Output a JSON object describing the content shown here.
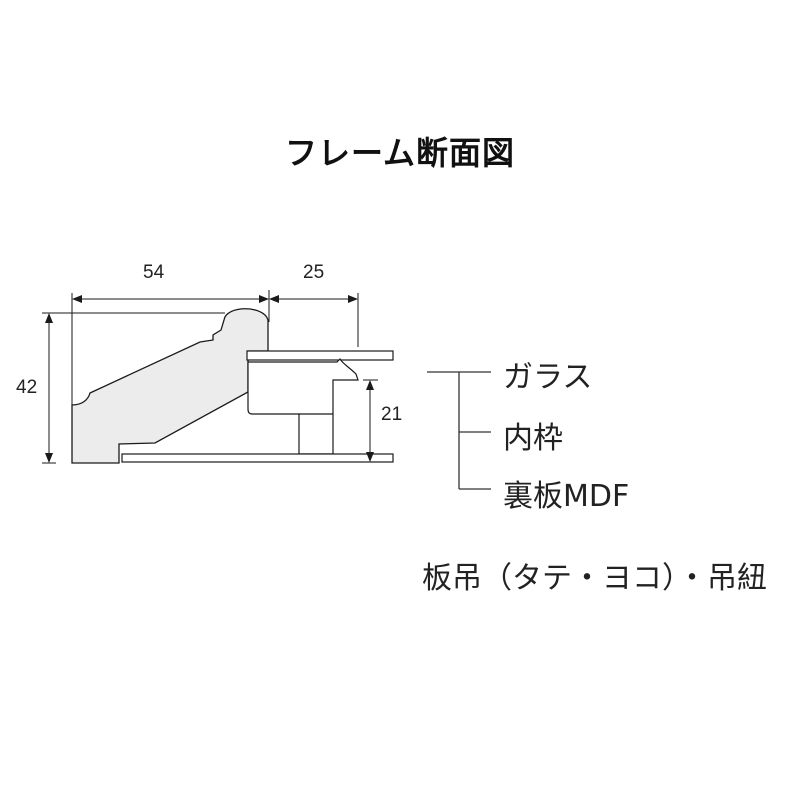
{
  "title": "フレーム断面図",
  "dimensions": {
    "width_frame": "54",
    "width_inner": "25",
    "height_total": "42",
    "height_inner": "21"
  },
  "legend": {
    "items": [
      {
        "label": "ガラス"
      },
      {
        "label": "内枠"
      },
      {
        "label": "裏板MDF"
      }
    ]
  },
  "note": "板吊（タテ・ヨコ）・吊紐",
  "colors": {
    "profile_fill": "#ececec",
    "line": "#1a1a1a",
    "background": "#ffffff"
  }
}
